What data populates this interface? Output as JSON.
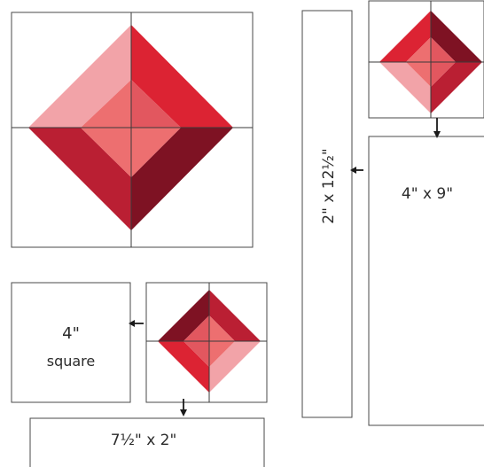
{
  "colors": {
    "light": "#f2a3a8",
    "bright": "#dc2333",
    "mid": "#ba1f33",
    "dark": "#7e1223",
    "center_light": "#ed6f70",
    "center_mid": "#e2575f",
    "outline": "#4a4a4a",
    "arrow": "#1a1a1a"
  },
  "labels": {
    "strip_long": "2\" x 12½\"",
    "rect_right": "4\" x 9\"",
    "square_line1": "4\"",
    "square_line2": "square",
    "rect_bottom": "7½\" x 2\""
  },
  "arrows": [
    {
      "name": "arrow-to-long-strip",
      "direction": "left"
    },
    {
      "name": "arrow-to-right-rectangle",
      "direction": "down"
    },
    {
      "name": "arrow-to-square",
      "direction": "left"
    },
    {
      "name": "arrow-to-bottom-rectangle",
      "direction": "down"
    }
  ]
}
